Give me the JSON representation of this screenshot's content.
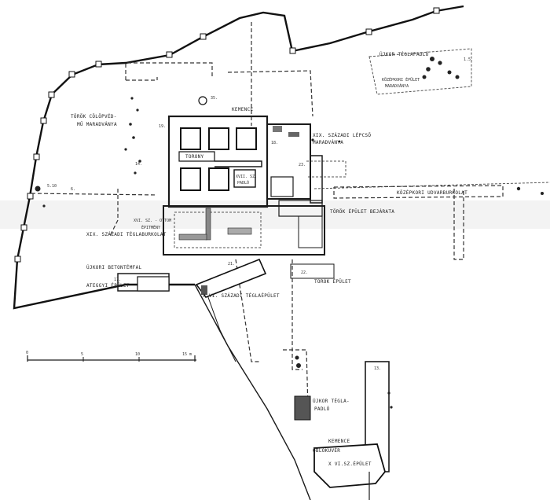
{
  "labels": {
    "kemence_top": "KEMENCE",
    "torok_colop": "TÖRÖK CÖLÖPVÉD-",
    "torok_colop2": "MŰ MARADVÁNYA",
    "torony": "TORONY",
    "xvii_sz": "XVII. SZ.",
    "padlo": "PADLÓ",
    "xix_lepcso": "XIX. SZÁZADI LÉPCSŐ",
    "maradvanya": "MARADVÁNYA",
    "kozepkori_udvar": "KÖZÉPKORI UDVARBURKOLAT",
    "torok_epulet_bejarat": "TÖRÖK ÉPÜLET BEJÁRATA",
    "xix_teglaburk": "XIX. SZÁZADI TÉGLABURKOLAT",
    "xvi_sz": "XVI. SZ. - OTTOM",
    "epitmeny": "ÉPITMÉNY",
    "ujkori_beton": "ÚJKORI BETONTÉMFAL",
    "ateggyi_epulet": "ATEGGYI ÉPÜLET",
    "xvi_sz_teglaepulet": "X VI. SZÁZADI TÉGLAÉPÜLET",
    "torok_epulet": "TÖRÖK ÉPÜLET",
    "ujkor_tegla_top": "ÚJKOR TÉGLAPADLÓ",
    "kozepkori_epulet": "KÖZÉPKORI ÉPÜLET",
    "kozepkori_epulet2": "MARADVÁNYA",
    "ujkor_tegla_bottom": "ÚJKOR TÉGLA-",
    "ujkor_tegla_bottom2": "PADLÓ",
    "kemence_bottom": "KEMENCE",
    "obloku_ver": "ÖBLÖKÜVÉR",
    "xvi_sz_epulet": "X VI.SZ.ÉPÜLET"
  },
  "numbers": {
    "n6": "6.",
    "n35": "35.",
    "n19": "19.",
    "n18": "18.",
    "n23": "23.",
    "n14": "14.",
    "n17": "17.",
    "n21": "21.",
    "n22": "22.",
    "n13": "13.",
    "n15": "1.5.",
    "n5_10": "5.10"
  },
  "scale": {
    "ticks": [
      "0",
      "5",
      "10",
      "15 m"
    ]
  }
}
